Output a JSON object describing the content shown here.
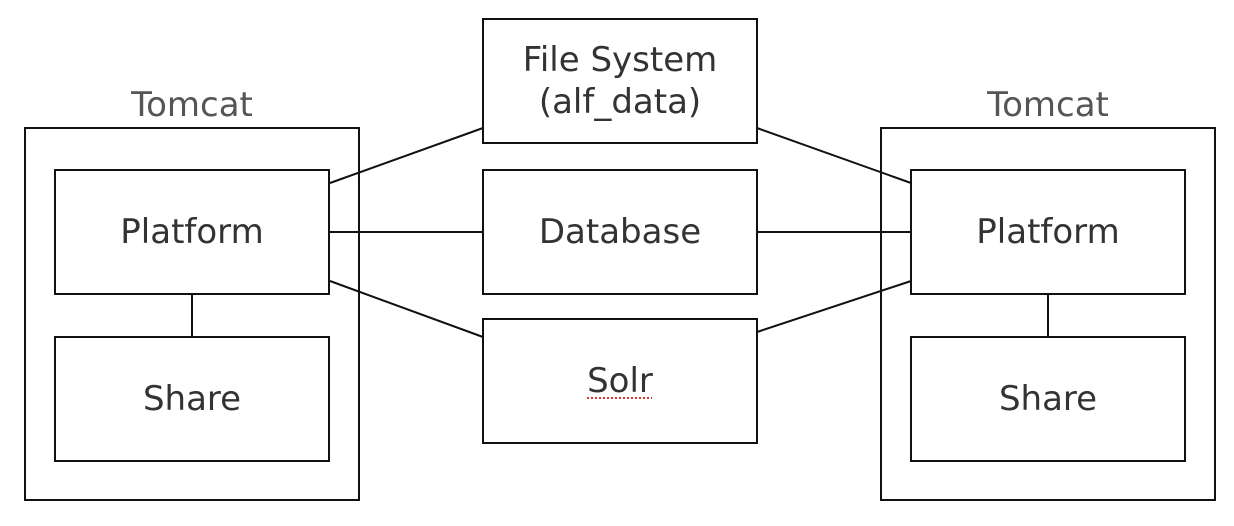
{
  "left_tomcat": {
    "label": "Tomcat",
    "platform": "Platform",
    "share": "Share"
  },
  "right_tomcat": {
    "label": "Tomcat",
    "platform": "Platform",
    "share": "Share"
  },
  "center": {
    "file_system_line1": "File System",
    "file_system_line2": "(alf_data)",
    "database": "Database",
    "solr": "Solr"
  }
}
